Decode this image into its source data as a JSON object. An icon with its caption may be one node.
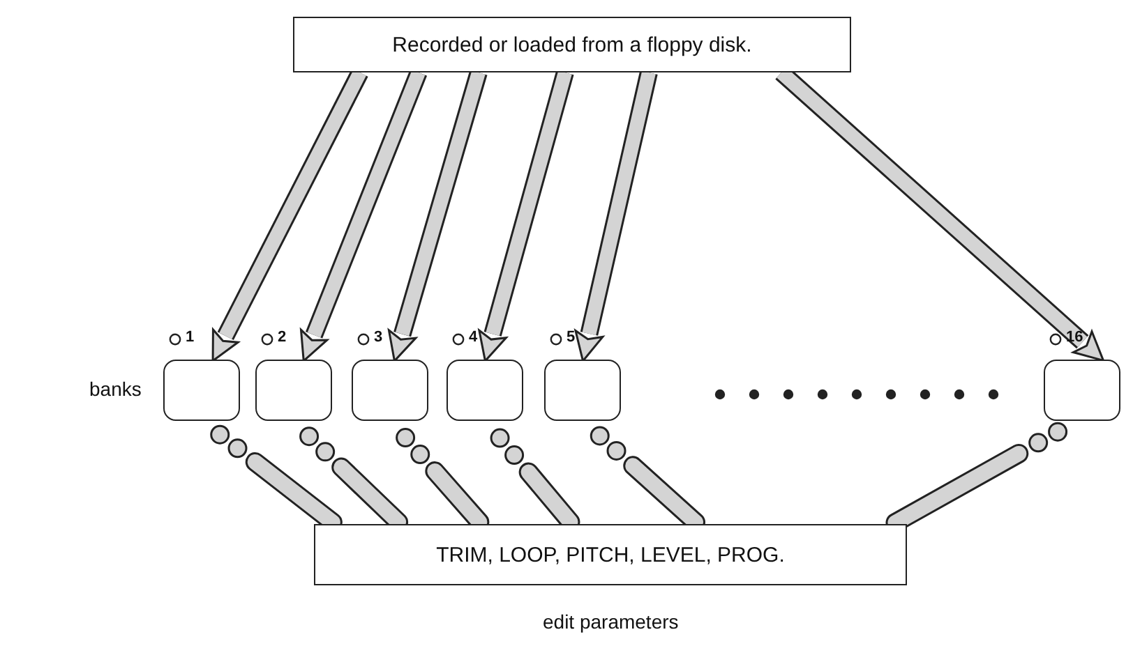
{
  "diagram": {
    "nodes": [
      {
        "text": [
          "Recorded or loaded from a floppy disk."
        ]
      },
      {
        "text": [],
        "shape": "box",
        "beside": [
          "1"
        ]
      },
      {
        "text": [],
        "shape": "box",
        "beside": [
          "2"
        ]
      },
      {
        "text": [],
        "shape": "box",
        "beside": [
          "3"
        ]
      },
      {
        "text": [],
        "shape": "box",
        "beside": [
          "4"
        ]
      },
      {
        "text": [],
        "shape": "box",
        "beside": [
          "5"
        ]
      },
      {
        "text": [],
        "shape": "box",
        "beside": [
          "16"
        ]
      },
      {
        "text": [
          "TRIM, LOOP, PITCH, LEVEL, PROG."
        ],
        "beside": [
          "edit parameters"
        ]
      }
    ],
    "edges": [
      {
        "from": 0,
        "to": 1,
        "arrow": "to"
      },
      {
        "from": 0,
        "to": 2,
        "arrow": "to"
      },
      {
        "from": 0,
        "to": 3,
        "arrow": "to"
      },
      {
        "from": 0,
        "to": 4,
        "arrow": "to"
      },
      {
        "from": 0,
        "to": 5,
        "arrow": "to"
      },
      {
        "from": 0,
        "to": 6,
        "arrow": "to"
      },
      {
        "from": 1,
        "to": 7,
        "arrow": "none",
        "style": "dashed"
      },
      {
        "from": 2,
        "to": 7,
        "arrow": "none",
        "style": "dashed"
      },
      {
        "from": 3,
        "to": 7,
        "arrow": "none",
        "style": "dashed"
      },
      {
        "from": 4,
        "to": 7,
        "arrow": "none",
        "style": "dashed"
      },
      {
        "from": 5,
        "to": 7,
        "arrow": "none",
        "style": "dashed"
      },
      {
        "from": 6,
        "to": 7,
        "arrow": "none",
        "style": "dashed"
      }
    ],
    "labels": [
      "banks"
    ]
  }
}
